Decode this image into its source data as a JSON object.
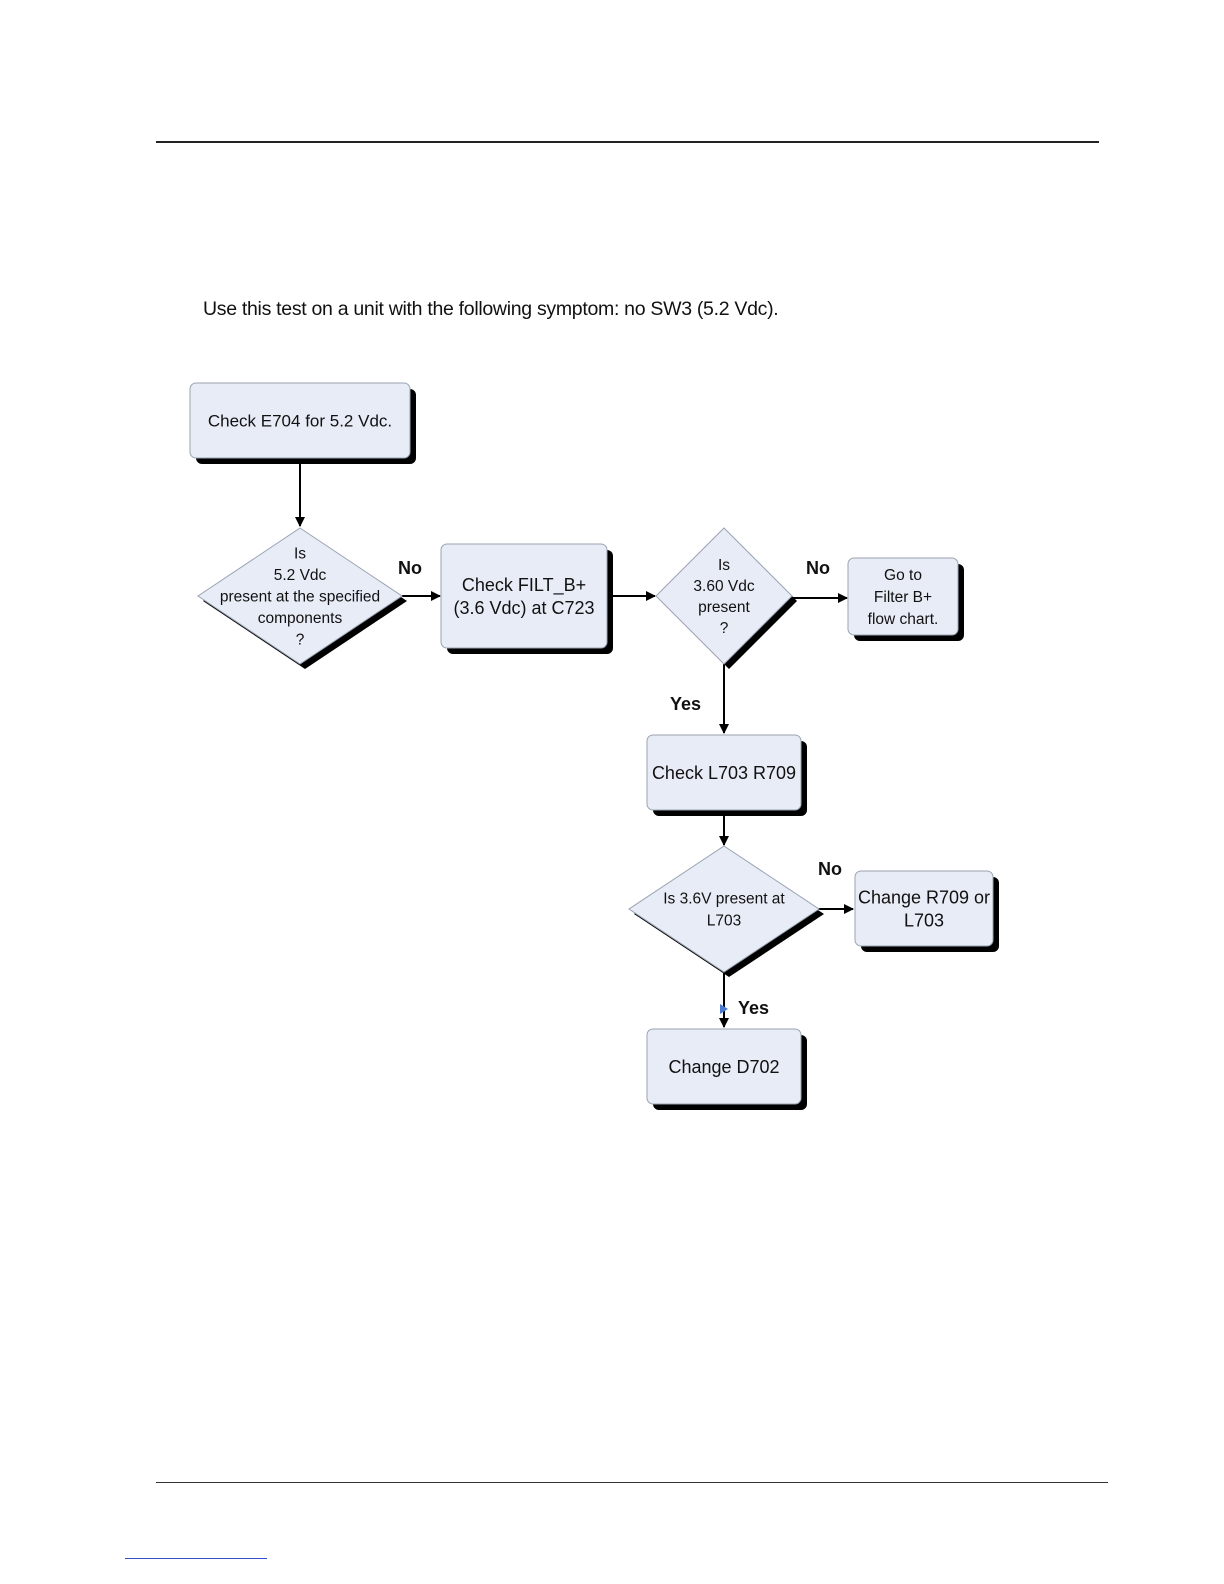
{
  "intro_text": "Use this test on a unit with the following symptom: no SW3 (5.2 Vdc).",
  "colors": {
    "node_fill": "#e8ecf6",
    "node_stroke": "#9aa3b2",
    "shadow": "#000000",
    "rule": "#222222",
    "link": "#3a4fd0"
  },
  "nodes": {
    "check_e704": {
      "lines": [
        "Check E704 for 5.2 Vdc."
      ]
    },
    "decision_52": {
      "lines": [
        "Is",
        "5.2 Vdc",
        "present at the specified",
        "components",
        "?"
      ]
    },
    "check_filt": {
      "lines": [
        "Check FILT_B+",
        "(3.6 Vdc) at C723"
      ]
    },
    "decision_360": {
      "lines": [
        "Is",
        "3.60 Vdc",
        "present",
        "?"
      ]
    },
    "goto_filter": {
      "lines": [
        "Go to",
        "Filter B+",
        "flow chart."
      ]
    },
    "check_l703": {
      "lines": [
        "Check L703 R709"
      ]
    },
    "decision_36v": {
      "lines": [
        "Is 3.6V present at",
        "L703"
      ]
    },
    "change_r709": {
      "lines": [
        "Change R709 or",
        "L703"
      ]
    },
    "change_d702": {
      "lines": [
        "Change D702"
      ]
    }
  },
  "edge_labels": {
    "no_1": "No",
    "no_2": "No",
    "yes_1": "Yes",
    "no_3": "No",
    "yes_2": "Yes"
  }
}
